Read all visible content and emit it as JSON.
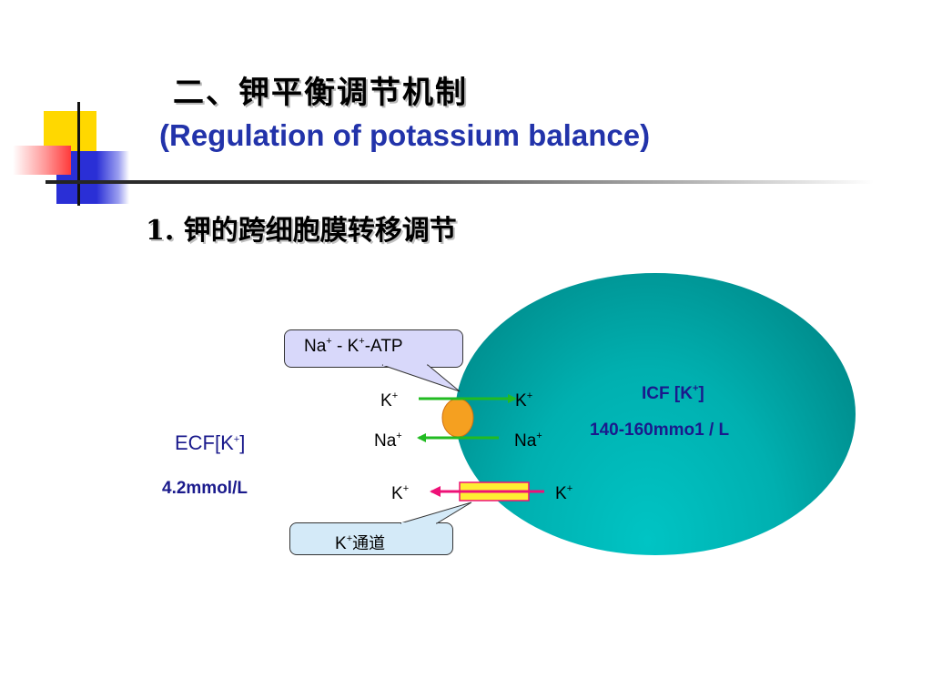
{
  "title": {
    "cn": "二、钾平衡调节机制",
    "en": "(Regulation of potassium balance)"
  },
  "subtitle": "1. 钾的跨细胞膜转移调节",
  "icf": {
    "label": "ICF [K",
    "label_sup": "+",
    "label_end": "]",
    "value": "140-160mmo1 / L"
  },
  "ecf": {
    "label": "ECF[K",
    "label_sup": "+",
    "label_end": "]",
    "value": "4.2mmol/L"
  },
  "pump": {
    "callout": "Na",
    "callout_sup1": "+",
    "callout_mid": " - K",
    "callout_sup2": "+",
    "callout_end": "-ATP",
    "k_out": "K",
    "k_in": "K",
    "na_out": "Na",
    "na_in": "Na",
    "sup": "+"
  },
  "channel": {
    "callout": "K",
    "callout_sup": "+",
    "callout_cn": "通道",
    "k_out": "K",
    "k_in": "K",
    "sup": "+"
  },
  "colors": {
    "green_arrow": "#22bb22",
    "pink_arrow": "#ee1177",
    "pump_fill": "#f5a020",
    "channel_fill": "#ffee33",
    "channel_border": "#ee1177"
  },
  "icons": [
    "pump-oval-icon",
    "channel-rect-icon",
    "arrow-right-icon",
    "arrow-left-icon"
  ]
}
